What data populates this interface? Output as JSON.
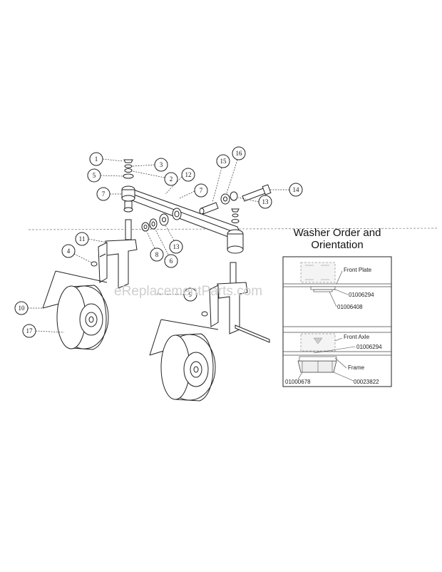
{
  "callouts": [
    "1",
    "2",
    "3",
    "4",
    "5",
    "6",
    "7",
    "7",
    "8",
    "9",
    "10",
    "11",
    "12",
    "13",
    "13",
    "14",
    "15",
    "16",
    "17"
  ],
  "inset": {
    "title_line1": "Washer Order and",
    "title_line2": "Orientation",
    "labels": {
      "front_plate": "Front Plate",
      "part_a": "01006294",
      "part_b": "01006408",
      "front_axle": "Front Axle",
      "part_c": "01006294",
      "frame": "Frame",
      "part_d": "01000678",
      "part_e": "00023822"
    }
  },
  "watermark": "eReplacementParts.com"
}
